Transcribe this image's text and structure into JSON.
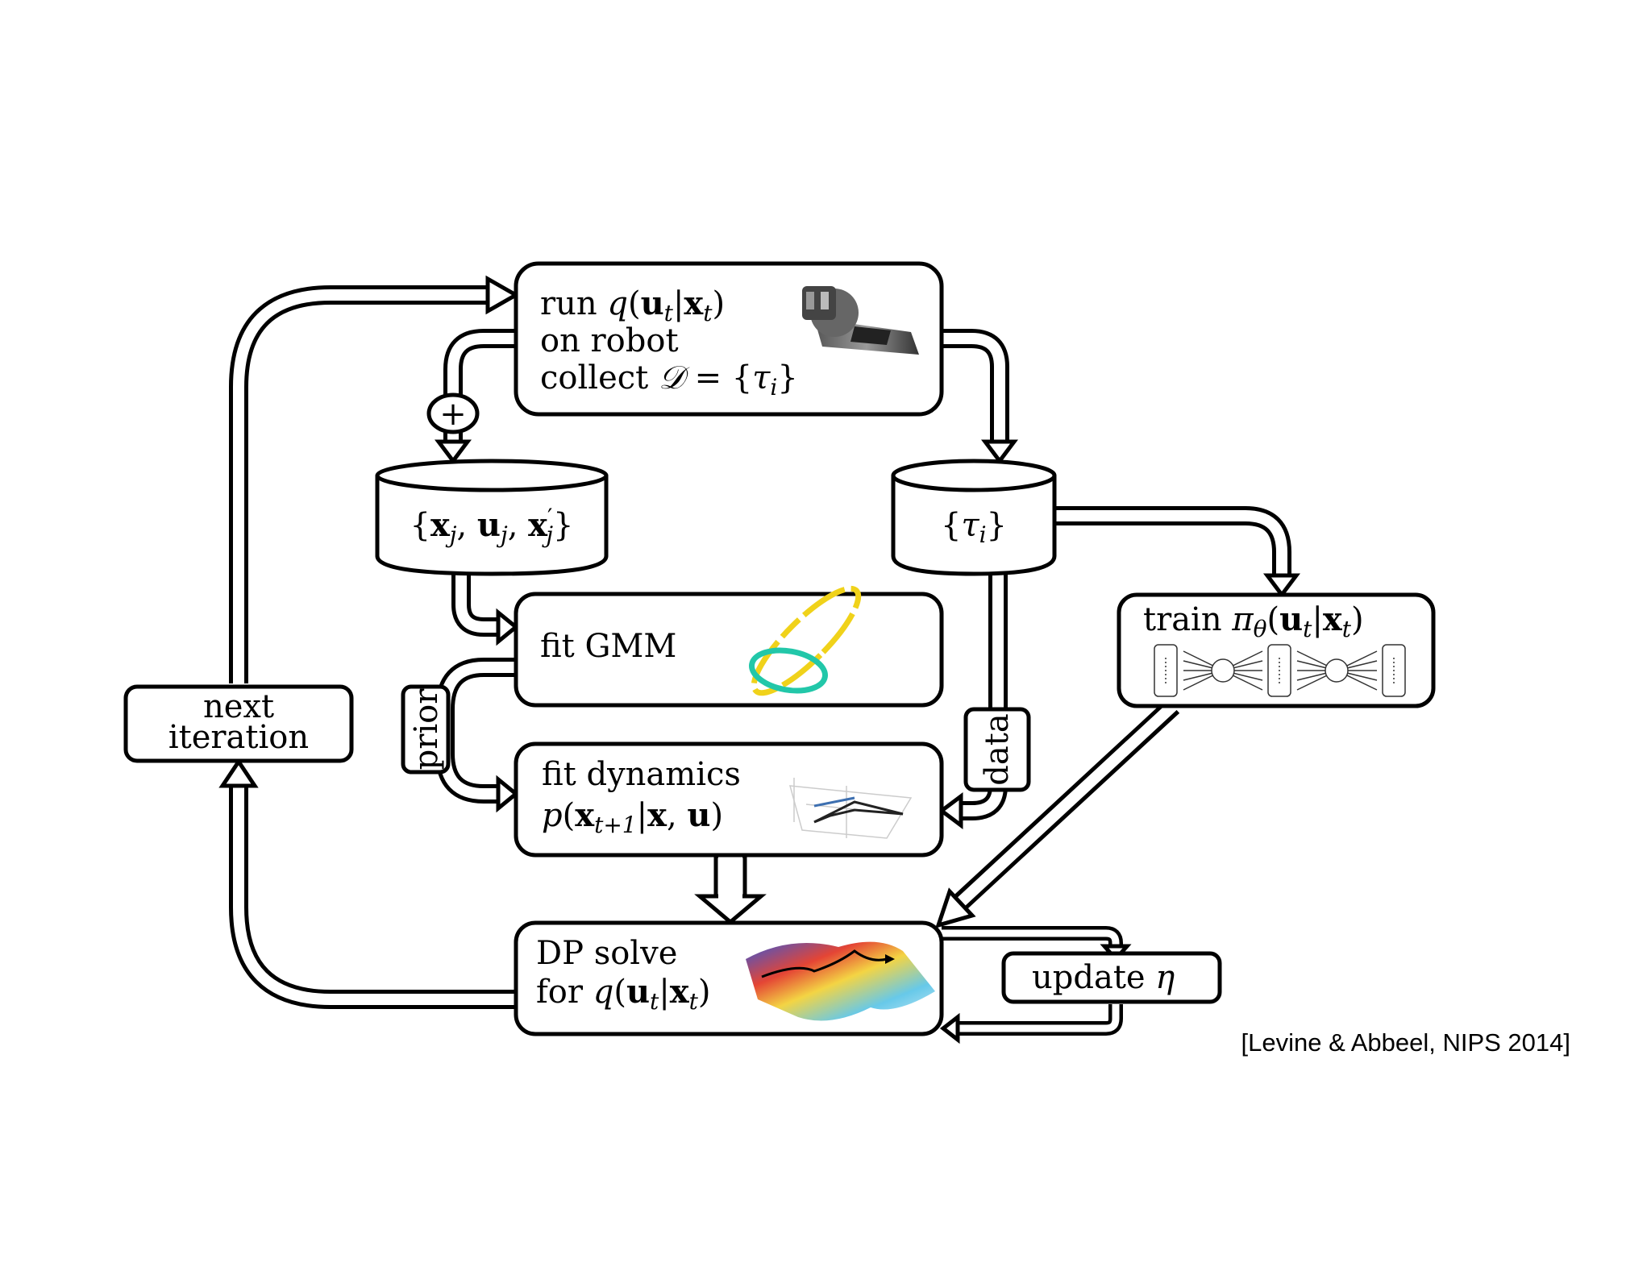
{
  "nodes": {
    "run": {
      "lines": [
        "run q(u_t|x_t)",
        "on robot",
        "collect D = {τ_i}"
      ]
    },
    "samples_store": {
      "label": "{x_j, u_j, x'_j}"
    },
    "traj_store": {
      "label": "{τ_i}"
    },
    "fit_gmm": {
      "label": "fit GMM"
    },
    "fit_dynamics": {
      "lines": [
        "fit dynamics",
        "p(x_t+1|x, u)"
      ]
    },
    "dp_solve": {
      "lines": [
        "DP solve",
        "for q(u_t|x_t)"
      ]
    },
    "update_eta": {
      "label": "update η"
    },
    "train_policy": {
      "label": "train π_θ(u_t|x_t)"
    },
    "next_iteration": {
      "lines": [
        "next",
        "iteration"
      ]
    }
  },
  "edge_labels": {
    "prior": "prior",
    "data": "data",
    "plus": "+"
  },
  "citation": "[Levine & Abbeel, NIPS 2014]"
}
